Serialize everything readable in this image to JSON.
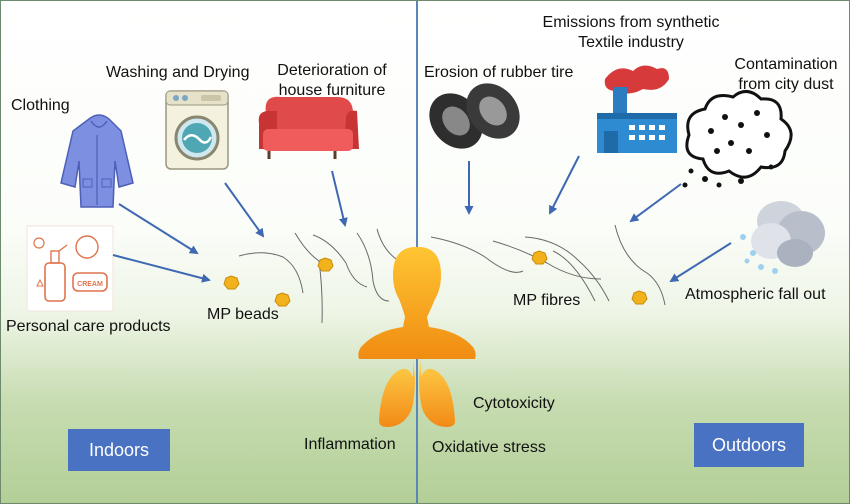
{
  "sources_indoor": {
    "clothing": "Clothing",
    "washing": "Washing and Drying",
    "furniture_line1": "Deterioration of",
    "furniture_line2": "house furniture",
    "personal_care": "Personal care products",
    "cream_text": "CREAM"
  },
  "sources_outdoor": {
    "textile_line1": "Emissions from synthetic",
    "textile_line2": "Textile industry",
    "tire": "Erosion of rubber tire",
    "dust_line1": "Contamination",
    "dust_line2": "from city dust",
    "fallout": "Atmospheric fall out"
  },
  "particles": {
    "mp_beads": "MP beads",
    "mp_fibres": "MP fibres"
  },
  "effects": {
    "cytotoxicity": "Cytotoxicity",
    "inflammation": "Inflammation",
    "oxidative_stress": "Oxidative stress"
  },
  "zones": {
    "indoors": "Indoors",
    "outdoors": "Outdoors"
  },
  "colors": {
    "arrow": "#3f68b3",
    "zone_box": "#4a72c2",
    "human": "#f6a21e",
    "bead": "#f2b21b",
    "divider": "#5b87b8"
  }
}
